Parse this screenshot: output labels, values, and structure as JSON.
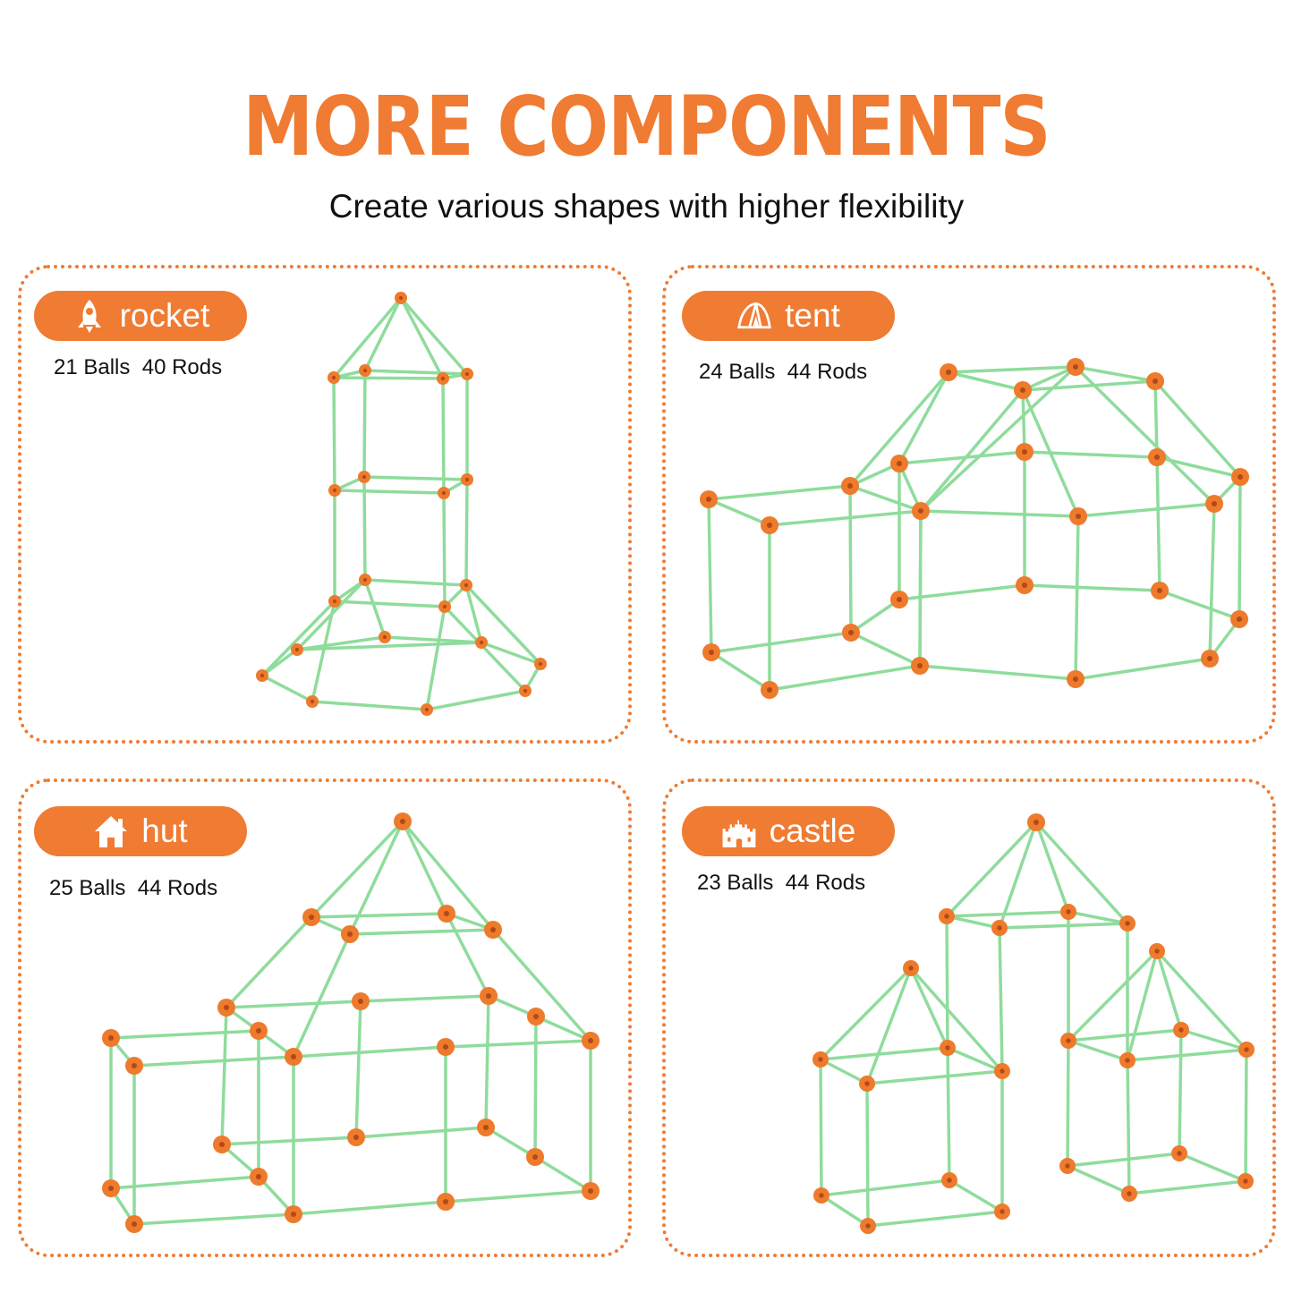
{
  "header": {
    "title": "MORE COMPONENTS",
    "subtitle": "Create various shapes with higher flexibility"
  },
  "colors": {
    "accent": "#f07b32",
    "rod": "#8fdc9c",
    "ball": "#ee7a2c",
    "text": "#111111"
  },
  "cards": [
    {
      "label": "rocket",
      "icon": "rocket-icon",
      "counts": "21 Balls  40 Rods"
    },
    {
      "label": "tent",
      "icon": "tent-icon",
      "counts": "24 Balls  44 Rods"
    },
    {
      "label": "hut",
      "icon": "house-icon",
      "counts": "25 Balls  44 Rods"
    },
    {
      "label": "castle",
      "icon": "castle-icon",
      "counts": "23 Balls  44 Rods"
    }
  ]
}
